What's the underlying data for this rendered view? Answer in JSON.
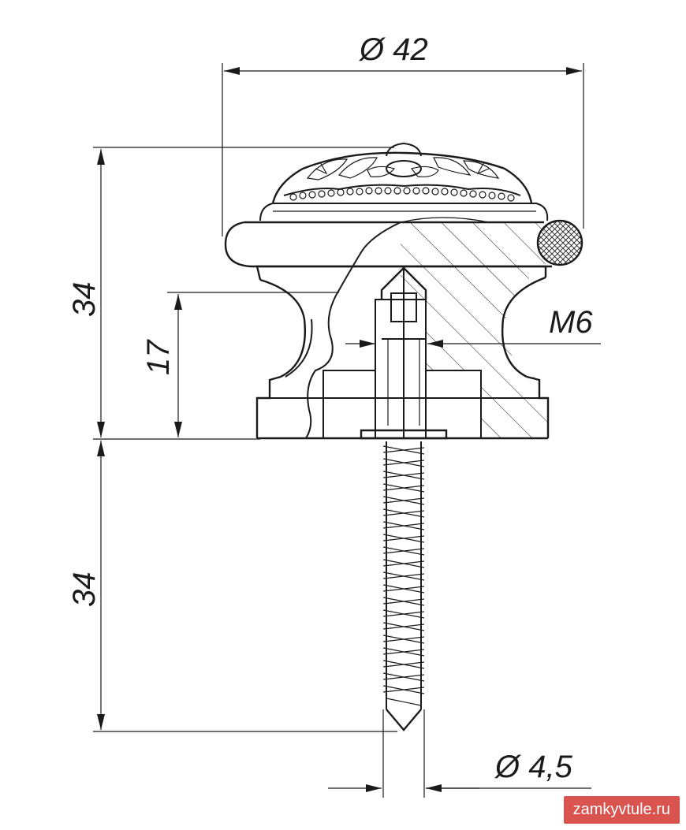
{
  "dimensions": {
    "diameter_top": "Ø 42",
    "height_total": "34",
    "height_inner": "17",
    "thread": "M6",
    "screw_length": "34",
    "screw_diameter": "Ø 4,5"
  },
  "watermark": "zamkyvtule.ru",
  "colors": {
    "line": "#1a1a1a",
    "watermark_bg": "#d9534f"
  }
}
